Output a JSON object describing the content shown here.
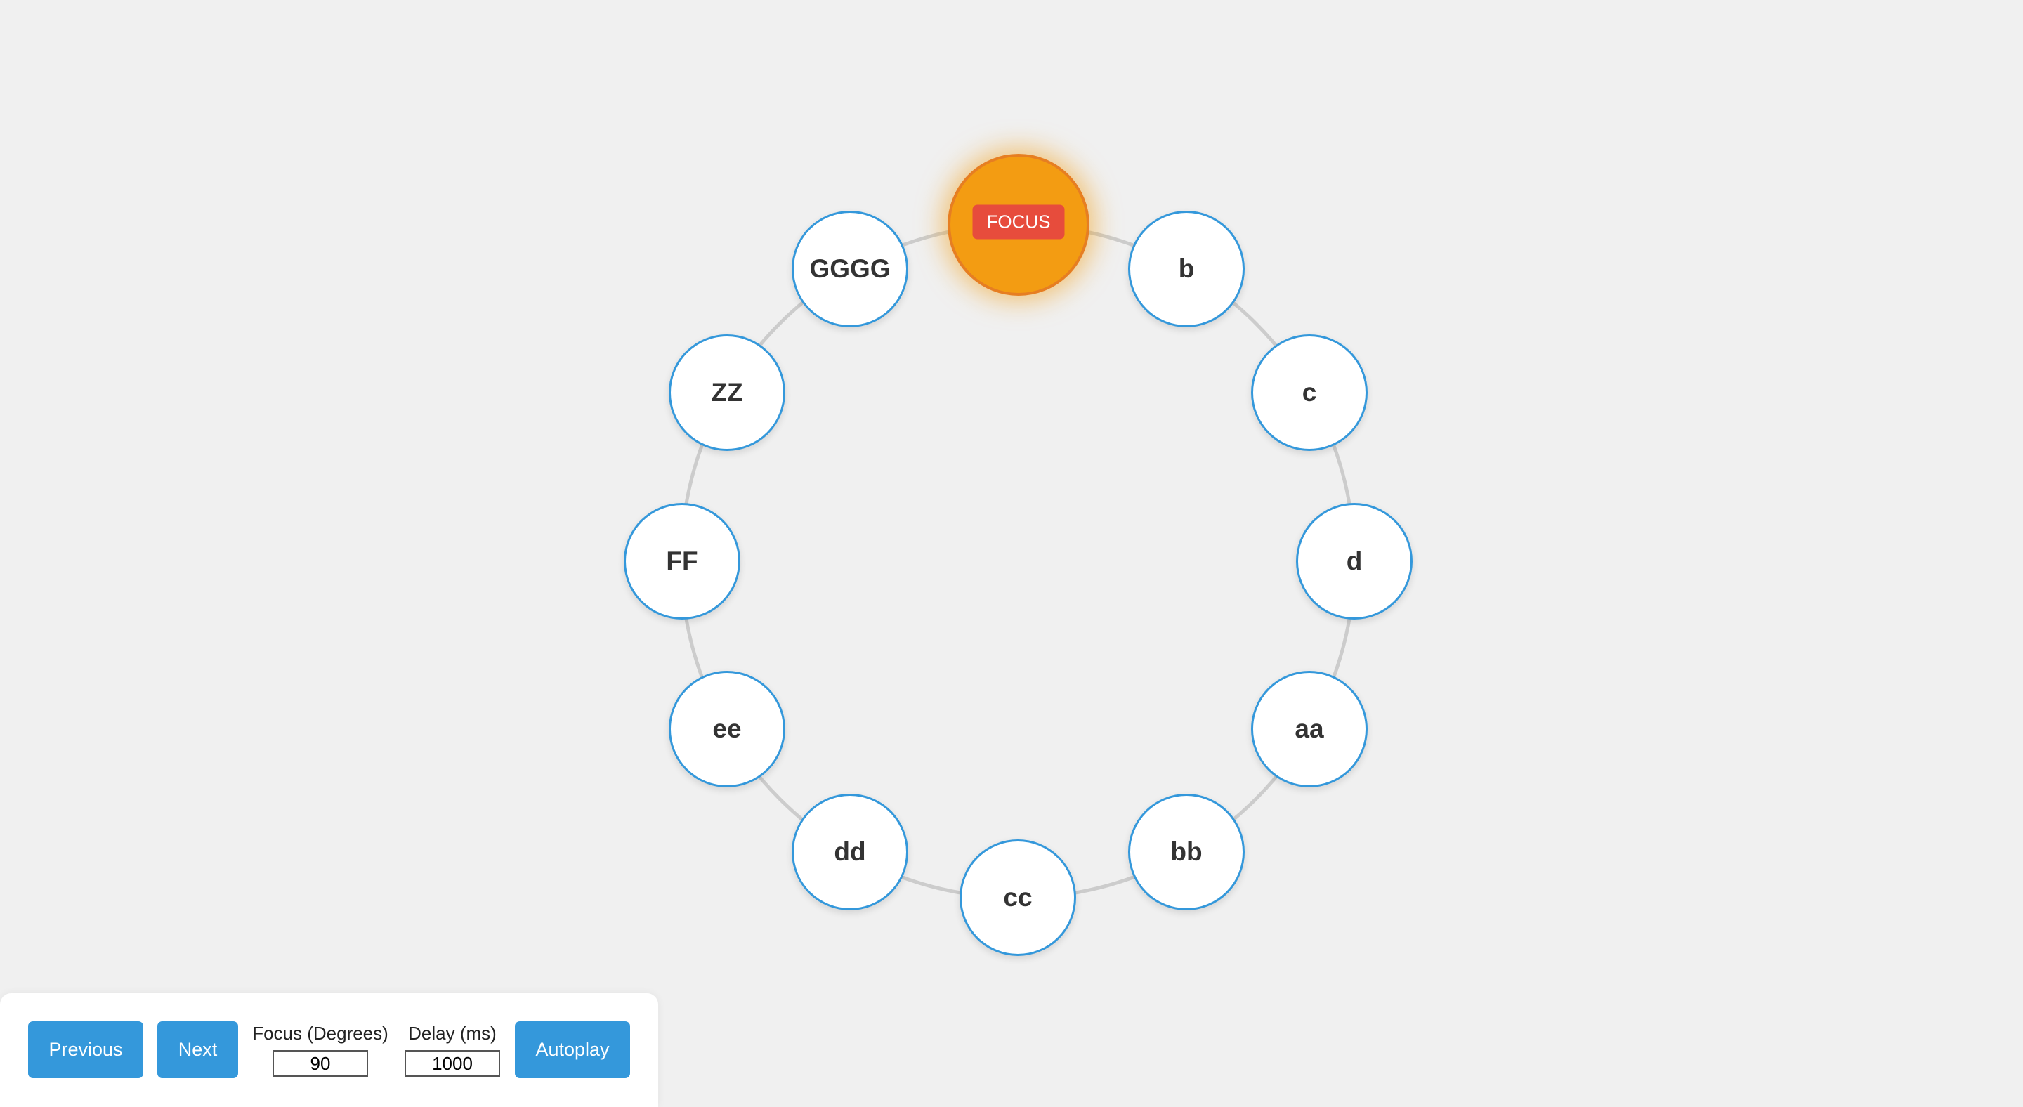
{
  "focus_label": "FOCUS",
  "nodes": [
    {
      "id": "focus",
      "label": "FOCUS",
      "is_focus": true
    },
    {
      "id": "b",
      "label": "b"
    },
    {
      "id": "c",
      "label": "c"
    },
    {
      "id": "d",
      "label": "d"
    },
    {
      "id": "aa",
      "label": "aa"
    },
    {
      "id": "bb",
      "label": "bb"
    },
    {
      "id": "cc",
      "label": "cc"
    },
    {
      "id": "dd",
      "label": "dd"
    },
    {
      "id": "ee",
      "label": "ee"
    },
    {
      "id": "FF",
      "label": "FF"
    },
    {
      "id": "ZZ",
      "label": "ZZ"
    },
    {
      "id": "GGGG",
      "label": "GGGG"
    }
  ],
  "controls": {
    "previous_label": "Previous",
    "next_label": "Next",
    "focus_degrees_label": "Focus (Degrees)",
    "focus_degrees_value": "90",
    "delay_label": "Delay (ms)",
    "delay_value": "1000",
    "autoplay_label": "Autoplay"
  },
  "colors": {
    "background": "#f0f0f0",
    "node_border": "#3498db",
    "focus_fill": "#f39c12",
    "focus_badge": "#e74c3c",
    "button": "#3498db",
    "ring": "#cccccc"
  }
}
